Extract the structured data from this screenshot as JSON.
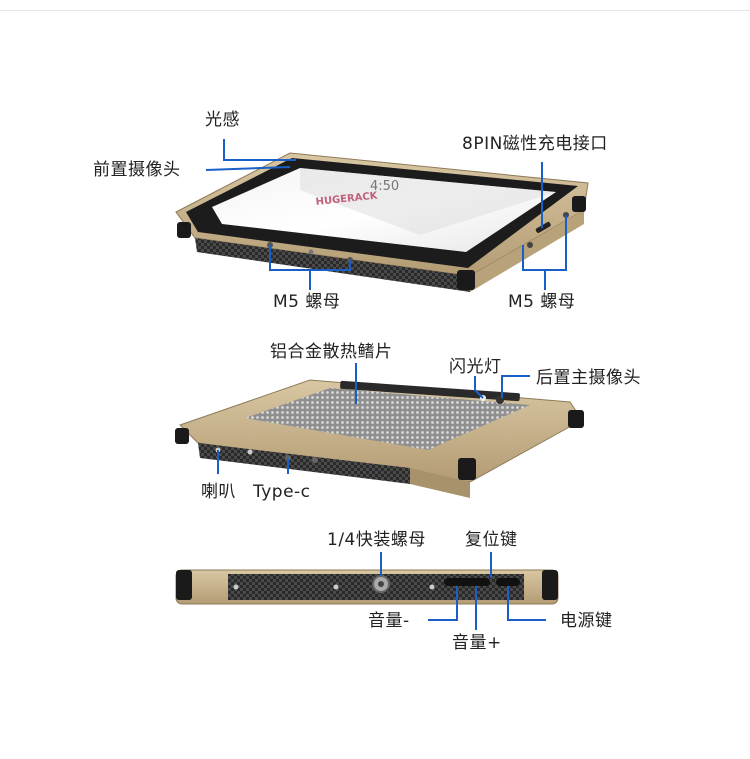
{
  "colors": {
    "pointer_line": "#1a5fc8",
    "body_tan": "#c8b28c",
    "carbon": "#2b2b2b",
    "screen": "#111111"
  },
  "device": {
    "screen_time": "4:50",
    "screen_logo": "HUGERACK"
  },
  "view1": {
    "light_sensor": "光感",
    "front_camera": "前置摄像头",
    "magnetic_port": "8PIN磁性充电接口",
    "m5_nut_left": "M5 螺母",
    "m5_nut_right": "M5 螺母"
  },
  "view2": {
    "heatsink": "铝合金散热鳍片",
    "flash": "闪光灯",
    "rear_camera": "后置主摄像头",
    "speaker": "喇叭",
    "typec": "Type-c"
  },
  "view3": {
    "quick_mount_nut": "1/4快装螺母",
    "reset_key": "复位键",
    "volume_down": "音量-",
    "volume_up": "音量+",
    "power_key": "电源键"
  }
}
